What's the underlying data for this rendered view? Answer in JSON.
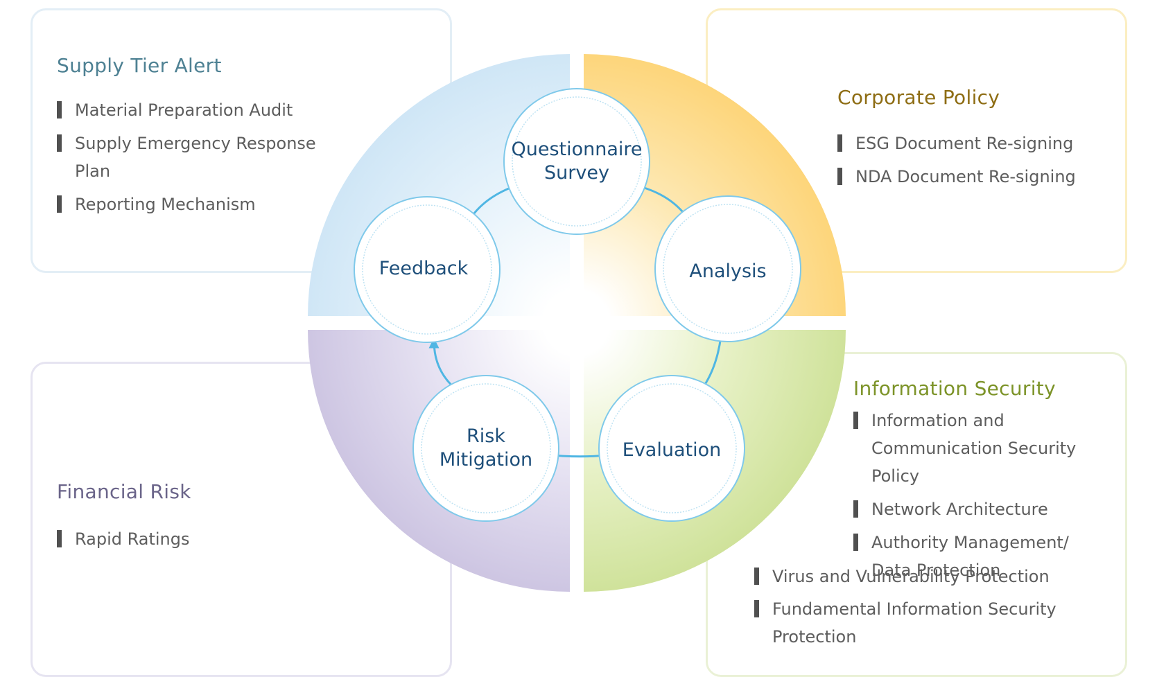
{
  "supply_tier_alert": {
    "title": "Supply Tier Alert",
    "items": [
      "Material Preparation Audit",
      "Supply Emergency Response Plan",
      "Reporting Mechanism"
    ]
  },
  "corporate_policy": {
    "title": "Corporate Policy",
    "items": [
      "ESG Document Re-signing",
      "NDA Document Re-signing"
    ]
  },
  "financial_risk": {
    "title": "Financial Risk",
    "items": [
      "Rapid Ratings"
    ]
  },
  "information_security": {
    "title": "Information Security",
    "items": [
      "Information and Communication Security Policy",
      "Network Architecture",
      "Authority Management/ Data Protection",
      "Virus and Vulnerability Protection",
      "Fundamental Information Security Protection"
    ]
  },
  "cycle": {
    "steps": [
      "Questionnaire Survey",
      "Analysis",
      "Evaluation",
      "Risk Mitigation",
      "Feedback"
    ]
  },
  "colors": {
    "supply_quadrant": "#cfe6f6",
    "corporate_quadrant": "#fdd57a",
    "financial_quadrant": "#cdc5e2",
    "information_quadrant": "#cfe29a",
    "node_ring": "#7fc9ea",
    "arrow": "#4fb6e3",
    "node_text": "#1e4f7a"
  }
}
